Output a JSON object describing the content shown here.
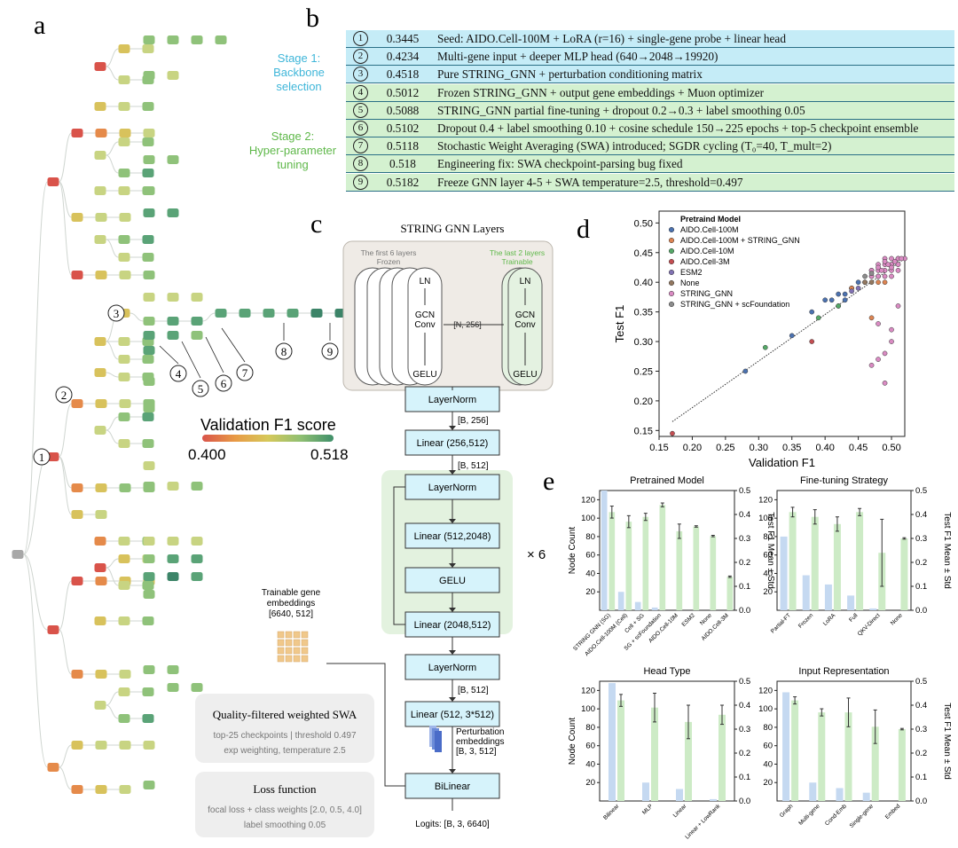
{
  "panel_labels": {
    "a": "a",
    "b": "b",
    "c": "c",
    "d": "d",
    "e": "e"
  },
  "panel_a": {
    "callouts": [
      "①",
      "②",
      "③",
      "④",
      "⑤",
      "⑥",
      "⑦",
      "⑧",
      "⑨"
    ],
    "colorbar": {
      "title": "Validation F1 score",
      "min_label": "0.400",
      "max_label": "0.518",
      "colors": [
        "#d9534a",
        "#e89a45",
        "#d6c85a",
        "#8fbf72",
        "#3f8f6a"
      ]
    },
    "node_palette": [
      "#a8a8a8",
      "#d9534a",
      "#e58a4a",
      "#d8c25c",
      "#c8d482",
      "#8fc27a",
      "#5aa377",
      "#3c8468"
    ]
  },
  "panel_b": {
    "stage1_label": "Stage 1:\nBackbone\nselection",
    "stage2_label": "Stage 2:\nHyper-parameter\ntuning",
    "stage1_color": "#3fb6d9",
    "stage2_color": "#5fb84a",
    "rows": [
      {
        "num": "①",
        "score": "0.3445",
        "desc": "Seed: AIDO.Cell-100M + LoRA (r=16) + single-gene probe + linear head",
        "stage": 1
      },
      {
        "num": "②",
        "score": "0.4234",
        "desc": "Multi-gene input + deeper MLP head (640→2048→19920)",
        "stage": 1
      },
      {
        "num": "③",
        "score": "0.4518",
        "desc": "Pure STRING_GNN + perturbation conditioning matrix",
        "stage": 1
      },
      {
        "num": "④",
        "score": "0.5012",
        "desc": "Frozen STRING_GNN + output gene embeddings + Muon optimizer",
        "stage": 2
      },
      {
        "num": "⑤",
        "score": "0.5088",
        "desc": "STRING_GNN partial fine-tuning + dropout 0.2→0.3 + label smoothing 0.05",
        "stage": 2
      },
      {
        "num": "⑥",
        "score": "0.5102",
        "desc": "Dropout 0.4 + label smoothing 0.10 + cosine schedule 150→225 epochs + top-5 checkpoint ensemble",
        "stage": 2
      },
      {
        "num": "⑦",
        "score": "0.5118",
        "desc": "Stochastic Weight Averaging (SWA) introduced; SGDR cycling (T₀=40, T_mult=2)",
        "stage": 2
      },
      {
        "num": "⑧",
        "score": "0.518",
        "desc": "Engineering fix: SWA checkpoint-parsing bug fixed",
        "stage": 2
      },
      {
        "num": "⑨",
        "score": "0.5182",
        "desc": "Freeze GNN layer 4-5 + SWA temperature=2.5, threshold=0.497",
        "stage": 2
      }
    ]
  },
  "panel_c": {
    "title": "STRING GNN Layers",
    "frozen_label": "The first 6 layers\nFrozen",
    "trainable_label": "The last 2 layers\nTrainable",
    "layer_ops": [
      "LN",
      "GCN\nConv",
      "GELU"
    ],
    "mid_shape": "[N, 256]",
    "blocks": {
      "ln1": "LayerNorm",
      "lin1": "Linear (256,512)",
      "ln2": "LayerNorm",
      "lin2": "Linear (512,2048)",
      "gelu": "GELU",
      "lin3": "Linear (2048,512)",
      "ln3": "LayerNorm",
      "lin4": "Linear (512, 3*512)",
      "bilinear": "BiLinear"
    },
    "shapes": {
      "s1": "[B, 256]",
      "s2": "[B, 512]",
      "s3": "[B, 512]"
    },
    "repeat": "× 6",
    "gene_emb": "Trainable gene\nembeddings\n[6640, 512]",
    "pert_emb": "Perturbation\nembeddings\n[B, 3, 512]",
    "logits": "Logits: [B, 3, 6640]",
    "swa_title": "Quality-filtered weighted SWA",
    "swa_lines": [
      "top-25 checkpoints | threshold 0.497",
      "exp weighting, temperature 2.5"
    ],
    "loss_title": "Loss function",
    "loss_lines": [
      "focal loss + class weights [2.0, 0.5, 4.0]",
      "label smoothing 0.05"
    ]
  },
  "chart_data": [
    {
      "type": "scatter",
      "id": "d",
      "xlabel": "Validation F1",
      "ylabel": "Test F1",
      "xlim": [
        0.15,
        0.52
      ],
      "ylim": [
        0.14,
        0.52
      ],
      "xticks": [
        "0.15",
        "0.20",
        "0.25",
        "0.30",
        "0.35",
        "0.40",
        "0.45",
        "0.50"
      ],
      "yticks": [
        "0.15",
        "0.20",
        "0.25",
        "0.30",
        "0.35",
        "0.40",
        "0.45",
        "0.50"
      ],
      "legend_title": "Pretraind Model",
      "legend_position": "top-left",
      "series": [
        {
          "name": "AIDO.Cell-100M",
          "color": "#4c72b0",
          "points": [
            [
              0.28,
              0.25
            ],
            [
              0.35,
              0.31
            ],
            [
              0.38,
              0.35
            ],
            [
              0.4,
              0.37
            ],
            [
              0.41,
              0.37
            ],
            [
              0.42,
              0.38
            ],
            [
              0.43,
              0.38
            ],
            [
              0.44,
              0.39
            ],
            [
              0.44,
              0.39
            ],
            [
              0.45,
              0.4
            ],
            [
              0.46,
              0.4
            ],
            [
              0.43,
              0.37
            ],
            [
              0.47,
              0.41
            ],
            [
              0.47,
              0.42
            ],
            [
              0.48,
              0.41
            ]
          ]
        },
        {
          "name": "AIDO.Cell-100M + STRING_GNN",
          "color": "#dd8452",
          "points": [
            [
              0.42,
              0.36
            ],
            [
              0.47,
              0.34
            ],
            [
              0.48,
              0.4
            ],
            [
              0.44,
              0.39
            ],
            [
              0.49,
              0.4
            ]
          ]
        },
        {
          "name": "AIDO.Cell-10M",
          "color": "#55a868",
          "points": [
            [
              0.31,
              0.29
            ],
            [
              0.39,
              0.34
            ],
            [
              0.42,
              0.36
            ]
          ]
        },
        {
          "name": "AIDO.Cell-3M",
          "color": "#c44e52",
          "points": [
            [
              0.17,
              0.145
            ],
            [
              0.38,
              0.3
            ]
          ]
        },
        {
          "name": "ESM2",
          "color": "#8172b3",
          "points": [
            [
              0.44,
              0.385
            ],
            [
              0.45,
              0.39
            ]
          ]
        },
        {
          "name": "None",
          "color": "#937860",
          "points": [
            [
              0.46,
              0.4
            ],
            [
              0.47,
              0.4
            ]
          ]
        },
        {
          "name": "STRING_GNN",
          "color": "#da8bc3",
          "points": [
            [
              0.47,
              0.41
            ],
            [
              0.48,
              0.42
            ],
            [
              0.48,
              0.43
            ],
            [
              0.49,
              0.42
            ],
            [
              0.49,
              0.43
            ],
            [
              0.49,
              0.44
            ],
            [
              0.5,
              0.42
            ],
            [
              0.5,
              0.43
            ],
            [
              0.5,
              0.44
            ],
            [
              0.5,
              0.43
            ],
            [
              0.51,
              0.43
            ],
            [
              0.51,
              0.44
            ],
            [
              0.51,
              0.44
            ],
            [
              0.52,
              0.44
            ],
            [
              0.49,
              0.41
            ],
            [
              0.48,
              0.41
            ],
            [
              0.47,
              0.42
            ],
            [
              0.5,
              0.41
            ],
            [
              0.51,
              0.42
            ],
            [
              0.49,
              0.435
            ],
            [
              0.5,
              0.425
            ],
            [
              0.48,
              0.425
            ],
            [
              0.515,
              0.44
            ],
            [
              0.505,
              0.435
            ],
            [
              0.495,
              0.43
            ],
            [
              0.485,
              0.42
            ],
            [
              0.49,
              0.28
            ],
            [
              0.48,
              0.27
            ],
            [
              0.49,
              0.23
            ],
            [
              0.5,
              0.3
            ],
            [
              0.5,
              0.32
            ],
            [
              0.47,
              0.26
            ],
            [
              0.51,
              0.36
            ],
            [
              0.48,
              0.33
            ]
          ]
        },
        {
          "name": "STRING_GNN + scFoundation",
          "color": "#8c8c8c",
          "points": [
            [
              0.46,
              0.41
            ],
            [
              0.47,
              0.415
            ]
          ]
        }
      ],
      "trendline": [
        [
          0.17,
          0.165
        ],
        [
          0.52,
          0.44
        ]
      ]
    },
    {
      "type": "bar",
      "id": "e1",
      "title": "Pretrained Model",
      "ylabel": "Node Count",
      "y2label": "Test F1 Mean ± Std",
      "ylim": [
        0,
        130
      ],
      "y2lim": [
        0,
        0.5
      ],
      "yticks": [
        "20",
        "40",
        "60",
        "80",
        "100",
        "120"
      ],
      "y2ticks": [
        "0.0",
        "0.1",
        "0.2",
        "0.3",
        "0.4",
        "0.5"
      ],
      "categories": [
        "STRING GNN (SG)",
        "AIDO.Cell-100M (Cell)",
        "Cell + SG",
        "SG + scFoundation",
        "AIDO.Cell-10M",
        "ESM2",
        "None",
        "AIDO.Cell-3M"
      ],
      "counts": [
        130,
        20,
        9,
        3,
        0,
        0,
        0,
        0
      ],
      "means": [
        0.41,
        0.37,
        0.39,
        0.44,
        0.33,
        0.35,
        0.31,
        0.14
      ],
      "stds": [
        0.025,
        0.025,
        0.015,
        0.008,
        0.03,
        0.003,
        0.003,
        0.003
      ]
    },
    {
      "type": "bar",
      "id": "e2",
      "title": "Fine-tuning Strategy",
      "ylabel": "",
      "y2label": "Test F1 Mean ± Std",
      "ylim": [
        0,
        130
      ],
      "y2lim": [
        0,
        0.5
      ],
      "yticks": [
        "20",
        "40",
        "60",
        "80",
        "100",
        "120"
      ],
      "y2ticks": [
        "0.0",
        "0.1",
        "0.2",
        "0.3",
        "0.4",
        "0.5"
      ],
      "categories": [
        "Partial-FT",
        "Frozen",
        "LoRA",
        "Full",
        "QKV-Direct",
        "None"
      ],
      "counts": [
        80,
        38,
        28,
        16,
        2,
        0
      ],
      "means": [
        0.41,
        0.39,
        0.36,
        0.41,
        0.24,
        0.3
      ],
      "stds": [
        0.02,
        0.03,
        0.03,
        0.015,
        0.14,
        0.003
      ]
    },
    {
      "type": "bar",
      "id": "e3",
      "title": "Head Type",
      "ylabel": "Node Count",
      "y2label": "",
      "ylim": [
        0,
        130
      ],
      "y2lim": [
        0,
        0.5
      ],
      "yticks": [
        "20",
        "40",
        "60",
        "80",
        "100",
        "120"
      ],
      "y2ticks": [
        "0.0",
        "0.1",
        "0.2",
        "0.3",
        "0.4",
        "0.5"
      ],
      "categories": [
        "Bilinear",
        "MLP",
        "Linear",
        "Linear + LowRank"
      ],
      "counts": [
        128,
        20,
        13,
        2
      ],
      "means": [
        0.42,
        0.39,
        0.33,
        0.36
      ],
      "stds": [
        0.025,
        0.06,
        0.07,
        0.04
      ]
    },
    {
      "type": "bar",
      "id": "e4",
      "title": "Input Representation",
      "ylabel": "",
      "y2label": "Test F1 Mean ± Std",
      "ylim": [
        0,
        130
      ],
      "y2lim": [
        0,
        0.5
      ],
      "yticks": [
        "20",
        "40",
        "60",
        "80",
        "100",
        "120"
      ],
      "y2ticks": [
        "0.0",
        "0.1",
        "0.2",
        "0.3",
        "0.4",
        "0.5"
      ],
      "categories": [
        "Graph",
        "Multi-gene",
        "Cond-Emb",
        "Single-gene",
        "Embed"
      ],
      "counts": [
        118,
        20,
        14,
        9,
        0
      ],
      "means": [
        0.42,
        0.37,
        0.37,
        0.31,
        0.3
      ],
      "stds": [
        0.015,
        0.015,
        0.06,
        0.07,
        0.003
      ]
    }
  ]
}
